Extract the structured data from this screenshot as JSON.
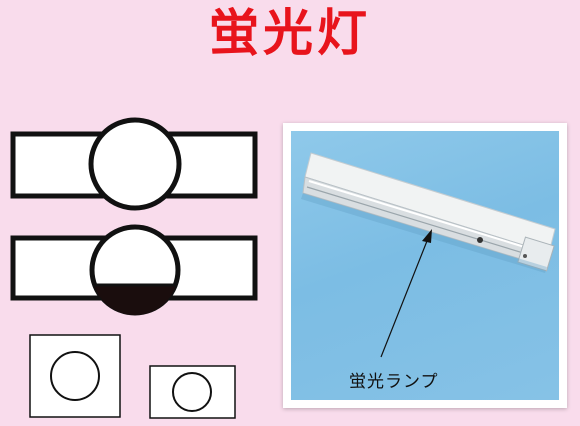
{
  "title": "蛍光灯",
  "photo": {
    "caption": "蛍光ランプ"
  },
  "symbols": [
    "fluorescent-light-symbol-open",
    "fluorescent-light-symbol-half-filled",
    "light-symbol-square-large",
    "light-symbol-square-small"
  ],
  "colors": {
    "title": "#e8141c",
    "background": "#f9dcec",
    "photo_sky": "#7cbde4"
  }
}
